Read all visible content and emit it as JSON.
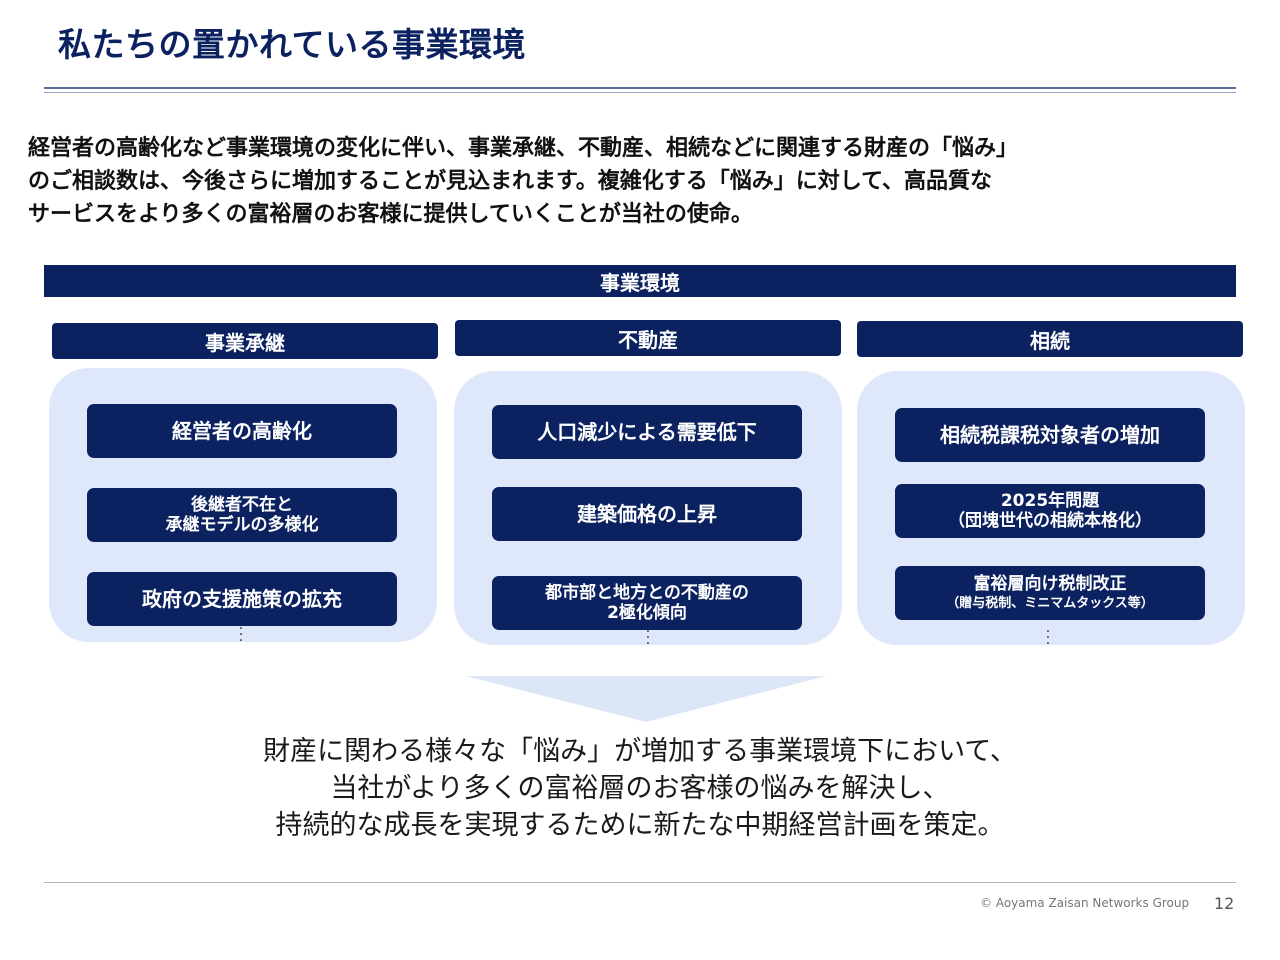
{
  "header": {
    "title": "私たちの置かれている事業環境"
  },
  "intro": {
    "lines": [
      "経営者の高齢化など事業環境の変化に伴い、事業承継、不動産、相続などに関連する財産の「悩み」",
      "のご相談数は、今後さらに増加することが見込まれます。複雑化する「悩み」に対して、高品質な",
      "サービスをより多くの富裕層のお客様に提供していくことが当社の使命。"
    ]
  },
  "environment": {
    "label": "事業環境"
  },
  "columns": [
    {
      "header": "事業承継",
      "items": [
        {
          "lines": [
            "経営者の高齢化"
          ]
        },
        {
          "lines": [
            "後継者不在と",
            "承継モデルの多様化"
          ]
        },
        {
          "lines": [
            "政府の支援施策の拡充"
          ]
        }
      ]
    },
    {
      "header": "不動産",
      "items": [
        {
          "lines": [
            "人口減少による需要低下"
          ]
        },
        {
          "lines": [
            "建築価格の上昇"
          ]
        },
        {
          "lines": [
            "都市部と地方との不動産の",
            "2極化傾向"
          ]
        }
      ]
    },
    {
      "header": "相続",
      "items": [
        {
          "lines": [
            "相続税課税対象者の増加"
          ]
        },
        {
          "lines": [
            "2025年問題",
            "（団塊世代の相続本格化）"
          ]
        },
        {
          "lines": [
            "富裕層向け税制改正"
          ],
          "sub": "（贈与税制、ミニマムタックス等）"
        }
      ]
    }
  ],
  "conclusion": {
    "lines": [
      "財産に関わる様々な「悩み」が増加する事業環境下において、",
      "当社がより多くの富裕層のお客様の悩みを解決し、",
      "持続的な成長を実現するために新たな中期経営計画を策定。"
    ]
  },
  "footer": {
    "copyright": "© Aoyama Zaisan Networks Group",
    "page_number": "12"
  },
  "colors": {
    "navy": "#0b2160",
    "panel": "#dfe8fb",
    "arrow": "#dbe6f7"
  }
}
